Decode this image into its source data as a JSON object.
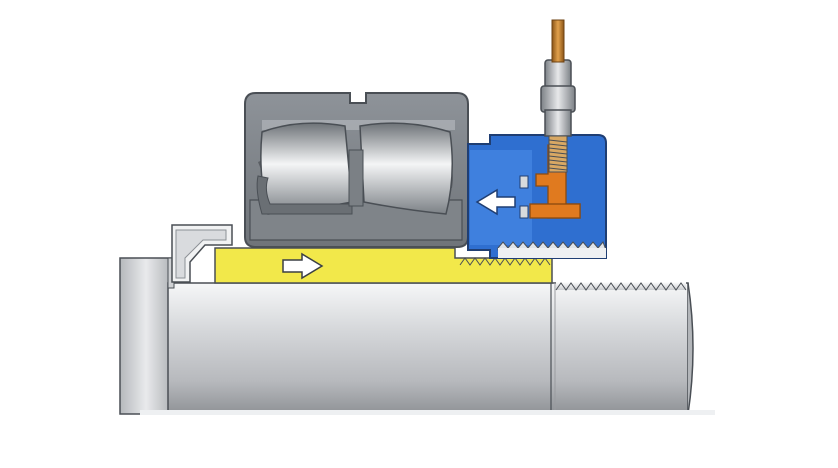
{
  "diagram": {
    "components": {
      "shaft": "shaft",
      "bearing_outer_ring": "bearing-outer-ring",
      "bearing_rollers": "spherical-rollers",
      "adapter_sleeve": "adapter-sleeve",
      "hydraulic_nut": "hydraulic-nut",
      "oil_pipe": "oil-supply-pipe",
      "pipe_fitting": "pipe-fitting",
      "oil_channel": "oil-channel"
    },
    "arrows": [
      {
        "name": "sleeve-push-arrow",
        "direction": "right"
      },
      {
        "name": "piston-push-arrow",
        "direction": "left"
      }
    ],
    "colors": {
      "shaft_light": "#e7e8ea",
      "shaft_dark": "#9a9ca0",
      "bearing": "#8b9096",
      "bearing_dark": "#5b5f64",
      "roller_light": "#f2f3f4",
      "sleeve": "#f2e84a",
      "nut_blue": "#2f6fd0",
      "oil_orange": "#e07a1f",
      "pipe_brass": "#c8832b",
      "outline": "#4a4f55"
    }
  }
}
